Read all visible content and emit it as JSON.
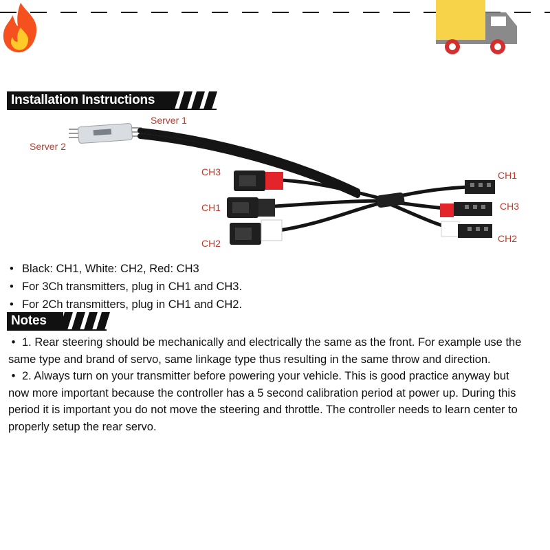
{
  "installation": {
    "title": "Installation Instructions",
    "labels": {
      "server1": "Server 1",
      "server2": "Server 2",
      "ch3_left": "CH3",
      "ch1_left": "CH1",
      "ch2_left": "CH2",
      "ch1_right": "CH1",
      "ch3_right": "CH3",
      "ch2_right": "CH2"
    },
    "bullets": [
      "Black: CH1, White: CH2, Red: CH3",
      "For 3Ch transmitters, plug in CH1 and CH3.",
      "For 2Ch transmitters, plug in CH1 and CH2."
    ]
  },
  "notes": {
    "title": "Notes",
    "items": [
      "1. Rear steering should be mechanically and electrically the same as the front. For example use the same type and brand of servo, same linkage type thus resulting in the same throw and direction.",
      "2. Always turn on your transmitter before powering your vehicle. This is good practice anyway but now more important because the controller has a 5 second calibration period at power up. During this period it is important you do not move the steering and throttle. The controller needs to learn center to properly setup the rear servo."
    ]
  },
  "colors": {
    "label_red": "#c0392b",
    "header_black": "#111111",
    "flame_outer": "#f4511e",
    "flame_inner": "#ffca28",
    "truck_yellow": "#f7d34a",
    "truck_grey": "#8a8a8a",
    "wheel_red": "#d32f2f"
  },
  "icons": {
    "top_left": "flame-icon",
    "top_right": "delivery-truck-icon"
  }
}
